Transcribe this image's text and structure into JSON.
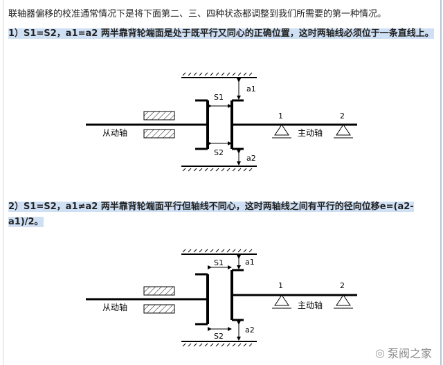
{
  "intro": "联轴器偏移的校准通常情况下是将下面第二、三、四种状态都调整到我们所需要的第一种情况。",
  "cases": [
    {
      "heading": "1）S1=S2，a1=a2 两半靠背轮端面是处于既平行又同心的正确位置，这时两轴线必须位于一条直线上。",
      "labels": {
        "s1": "S1",
        "s2": "S2",
        "a1": "a1",
        "a2": "a2",
        "p1": "1",
        "p2": "2",
        "driven": "从动轴",
        "driving": "主动轴"
      }
    },
    {
      "heading": "2）S1=S2，a1≠a2 两半靠背轮端面平行但轴线不同心，这时两轴线之间有平行的径向位移e=(a2-a1)/2。",
      "labels": {
        "s1": "S1",
        "s2": "S2",
        "a1": "a1",
        "a2": "a2",
        "p1": "1",
        "p2": "2",
        "driven": "从动轴",
        "driving": "主动轴"
      }
    }
  ],
  "watermark": "泵阀之家"
}
